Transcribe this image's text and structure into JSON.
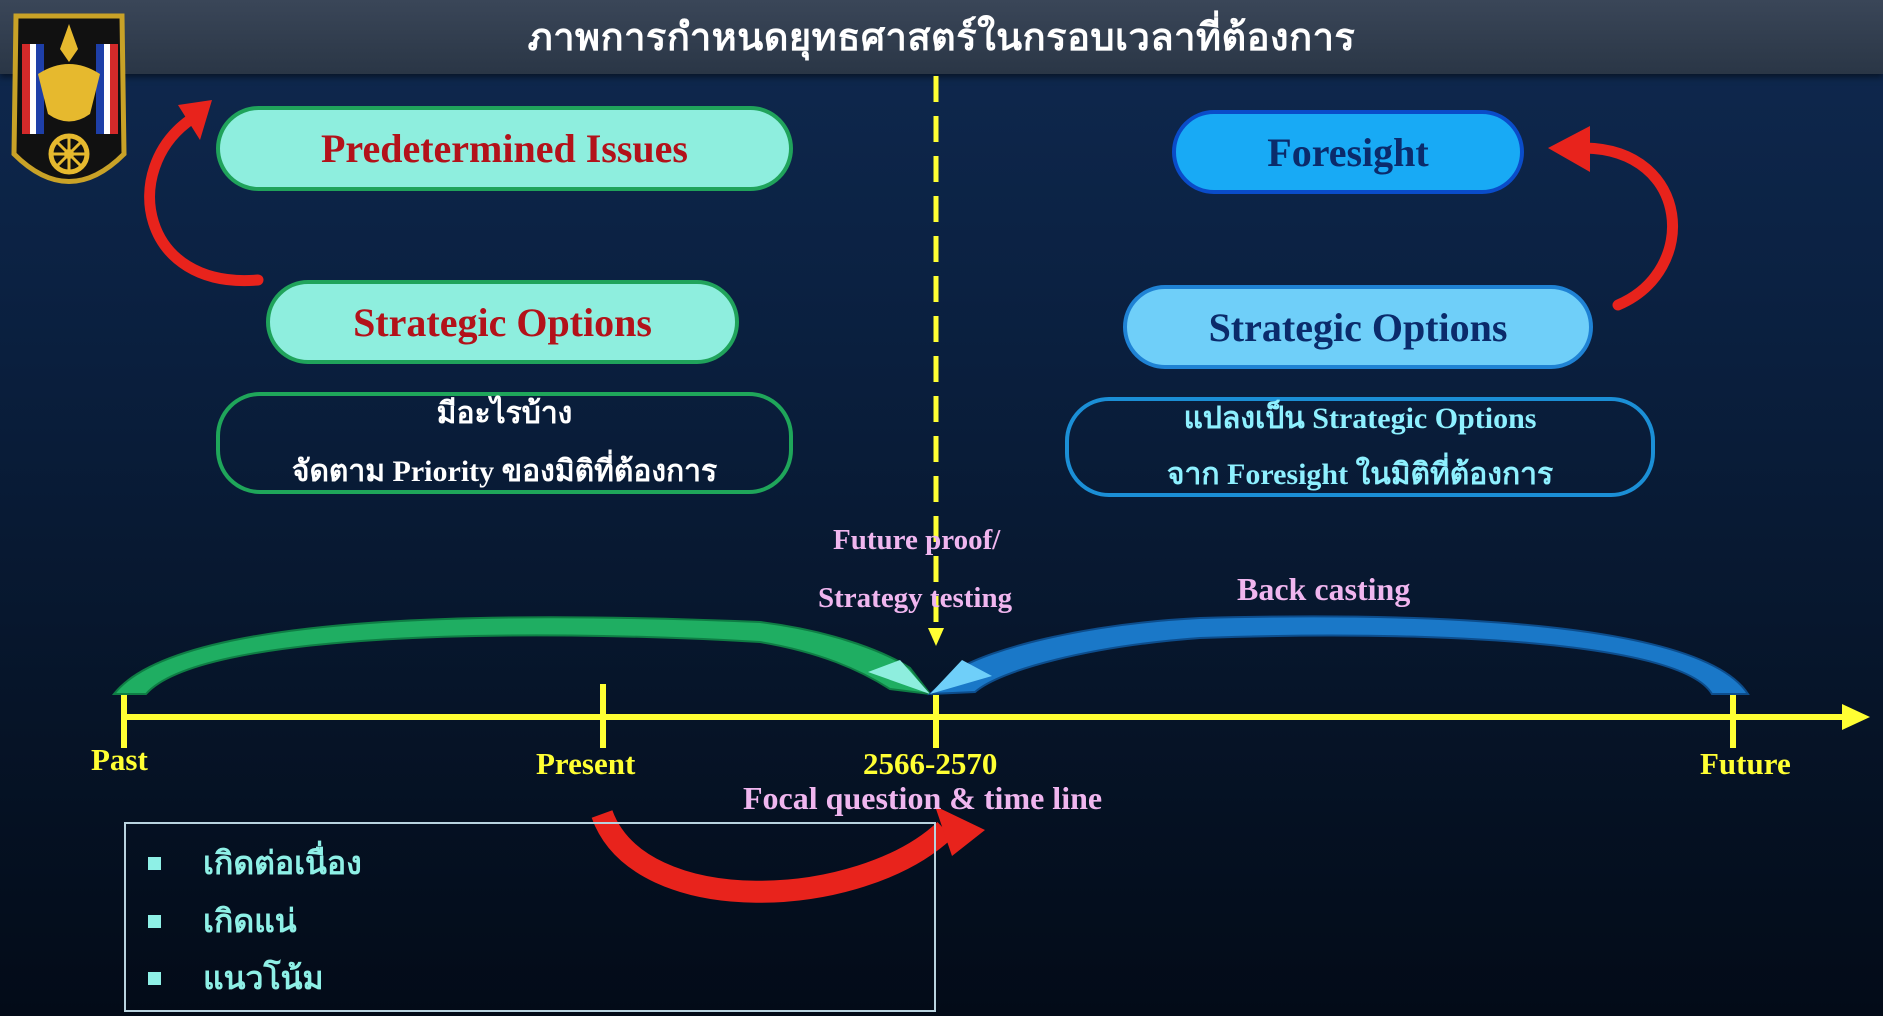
{
  "title": "ภาพการกำหนดยุทธศาสตร์ในกรอบเวลาที่ต้องการ",
  "left": {
    "top_pill": "Predetermined Issues",
    "middle_pill": "Strategic Options",
    "note_line1": "มีอะไรบ้าง",
    "note_line2": "จัดตาม Priority ของมิติที่ต้องการ"
  },
  "right": {
    "top_pill": "Foresight",
    "middle_pill": "Strategic Options",
    "note_line1": "แปลงเป็น Strategic Options",
    "note_line2": "จาก Foresight ในมิติที่ต้องการ"
  },
  "center_label_line1": "Future  proof/",
  "center_label_line2": "Strategy testing",
  "back_casting": "Back casting",
  "timeline": {
    "past": "Past",
    "present": "Present",
    "focal": "2566-2570",
    "future": "Future",
    "focal_caption": "Focal question & time line"
  },
  "bullets": [
    "เกิดต่อเนื่อง",
    "เกิดแน่",
    "แนวโน้ม"
  ],
  "colors": {
    "timeline": "#ffff33",
    "left_pill": "#8eeede",
    "left_text": "#b3121a",
    "right_pill": "#18aaf5",
    "right_text": "#0b2b6b",
    "red_arrow": "#e8231c",
    "green_arc": "#1fae62",
    "blue_arc": "#1a78c8"
  },
  "icons": [
    "emblem-icon",
    "red-cycle-arrow-icon",
    "green-arc-arrow-icon",
    "blue-arc-arrow-icon",
    "red-curved-arrow-icon"
  ]
}
